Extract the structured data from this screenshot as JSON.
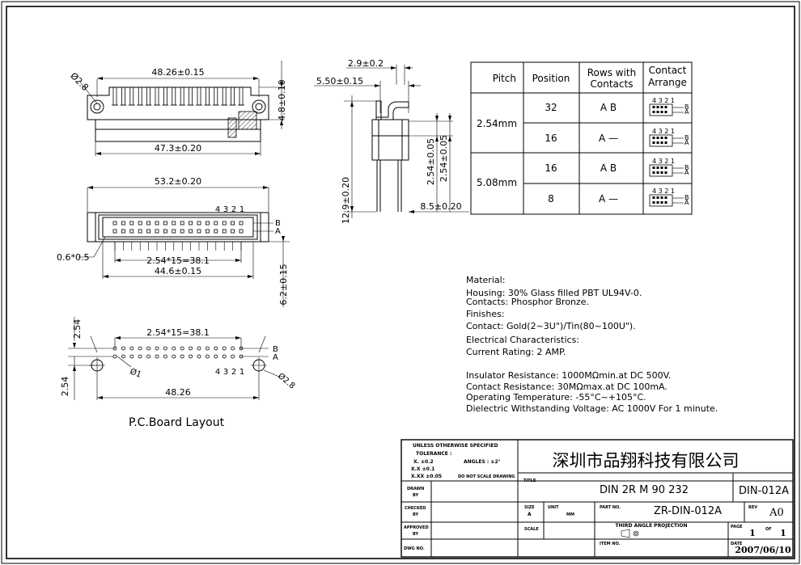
{
  "dims": {
    "top_width": "48.26±0.15",
    "top_hole_dia": "Ø2.8",
    "top_height": "4.8±0.10",
    "top_base_width": "47.3±0.20",
    "side_lead_spacing": "2.9±0.2",
    "side_offset": "5.50±0.15",
    "side_height": "12.9±0.20",
    "side_pitch_a": "2.54±0.05",
    "side_pitch_b": "2.54±0.05",
    "side_depth": "8.5±0.20",
    "mid_width": "53.2±0.20",
    "mid_pin_size": "0.6*0.5",
    "mid_span": "2.54*15=38.1",
    "mid_base_width": "44.6±0.15",
    "mid_height": "6.2±0.15",
    "row_b": "B",
    "row_a": "A",
    "pin_nums": [
      "4",
      "3",
      "2",
      "1"
    ],
    "pcb_row_pitch": "2.54",
    "pcb_span": "2.54*15=38.1",
    "pcb_hole_small": "Ø1",
    "pcb_hole_big": "Ø2.8",
    "pcb_width": "48.26",
    "pcb_bottom_pitch": "2.54",
    "pcb_title": "P.C.Board Layout"
  },
  "spec_table": {
    "headers": [
      "Pitch",
      "Position",
      "Rows with Contacts",
      "Contact Arrange"
    ],
    "groups": [
      {
        "pitch": "2.54mm",
        "rows": [
          {
            "position": "32",
            "rows": "A B"
          },
          {
            "position": "16",
            "rows": "A —"
          }
        ]
      },
      {
        "pitch": "5.08mm",
        "rows": [
          {
            "position": "16",
            "rows": "A B"
          },
          {
            "position": "8",
            "rows": "A —"
          }
        ]
      }
    ],
    "mini_label": "4 3 2 1",
    "mini_b": "B",
    "mini_a": "A"
  },
  "notes": [
    "Material:",
    "Housing: 30% Glass filled PBT UL94V-0.",
    "Contacts: Phosphor Bronze.",
    "Finishes:",
    "Contact: Gold(2~3U\")/Tin(80~100U\").",
    "Electrical Characteristics:",
    "Current Rating: 2 AMP.",
    "",
    "Insulator Resistance: 1000MΩmin.at DC 500V.",
    "Contact Resistance: 30MΩmax.at DC 100mA.",
    "Operating Temperature: -55°C~+105°C.",
    "Dielectric Withstanding Voltage: AC 1000V For 1 minute."
  ],
  "title_block": {
    "unless": "UNLESS OTHERWISE SPECIFIED",
    "tolerance": "TOLERANCE :",
    "x": "X.   ±0.2",
    "angles": "ANGLES :   ±2°",
    "xx": "X.X   ±0.1",
    "xxx": "X.XX  ±0.05",
    "no_scale": "DO NOT SCALE DRAWING",
    "company": "深圳市品翔科技有限公司",
    "drawn_by": "DRAWN BY",
    "title_label": "TITLE",
    "title_value": "DIN 2R  M 90 232",
    "doc_code": "DIN-012A",
    "checked_by": "CHECKED BY",
    "size_label": "SIZE",
    "size_value": "A",
    "unit_label": "UNIT",
    "unit_value": "MM",
    "part_label": "PART NO.",
    "part_value": "ZR-DIN-012A",
    "rev_label": "REV",
    "rev_value": "A0",
    "approved_by": "APPROVED BY",
    "scale_label": "SCALE",
    "projection": "THIRD ANGLE PROJECTION",
    "page_label": "PAGE",
    "page_value": "1",
    "of_label": "OF",
    "of_value": "1",
    "dwg_label": "DWG NO.",
    "item_label": "ITEM NO.",
    "date_label": "DATE",
    "date_value": "2007/06/10"
  }
}
